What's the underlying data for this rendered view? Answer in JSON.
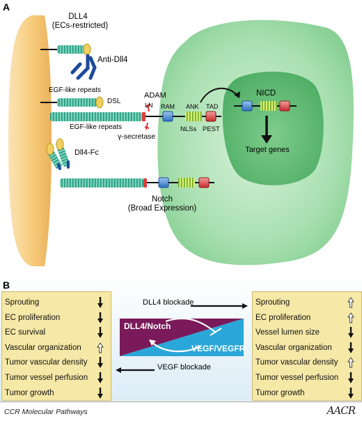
{
  "panel_a": {
    "label": "A",
    "dll4_title": "DLL4",
    "dll4_subtitle": "(ECs-restricted)",
    "anti_dll4": "Anti-Dll4",
    "egf_repeats_top": "EGF-like repeats",
    "dsl": "DSL",
    "adam": "ADAM",
    "ln": "LN",
    "ram": "RAM",
    "ank": "ANK",
    "tad": "TAD",
    "egf_repeats_bottom": "EGF-like repeats",
    "gamma_secretase": "γ-secretase",
    "nlss": "NLSs",
    "pest": "PEST",
    "nicd": "NICD",
    "target_genes": "Target genes",
    "dll4_fc": "Dll4-Fc",
    "notch_title": "Notch",
    "notch_subtitle": "(Broad Expression)"
  },
  "panel_b": {
    "label": "B",
    "dll4_blockade": "DLL4 blockade",
    "vegf_blockade": "VEGF blockade",
    "dll4_notch": "DLL4/Notch",
    "vegf_vegfr": "VEGF/VEGFR",
    "left_items": [
      {
        "label": "Sprouting",
        "dir": "down"
      },
      {
        "label": "EC proliferation",
        "dir": "down"
      },
      {
        "label": "EC survival",
        "dir": "down"
      },
      {
        "label": "Vascular organization",
        "dir": "up"
      },
      {
        "label": "Tumor vascular density",
        "dir": "down"
      },
      {
        "label": "Tumor vessel perfusion",
        "dir": "down"
      },
      {
        "label": "Tumor growth",
        "dir": "down"
      }
    ],
    "right_items": [
      {
        "label": "Sprouting",
        "dir": "up"
      },
      {
        "label": "EC proliferation",
        "dir": "up"
      },
      {
        "label": "Vessel lumen size",
        "dir": "down"
      },
      {
        "label": "Vascular organization",
        "dir": "down"
      },
      {
        "label": "Tumor vascular density",
        "dir": "up"
      },
      {
        "label": "Tumor vessel perfusion",
        "dir": "down"
      },
      {
        "label": "Tumor growth",
        "dir": "down"
      }
    ]
  },
  "footer": {
    "journal": "CCR Molecular Pathways",
    "logo": "AACR"
  },
  "colors": {
    "ec_cell": "#f5c878",
    "target_cell": "#9fd8a8",
    "nucleus": "#6fbf7f",
    "repeats": "#3fb89a",
    "yellow_box": "#f6e8a6",
    "purple": "#8a1a5a",
    "blue": "#2aa7d8"
  }
}
